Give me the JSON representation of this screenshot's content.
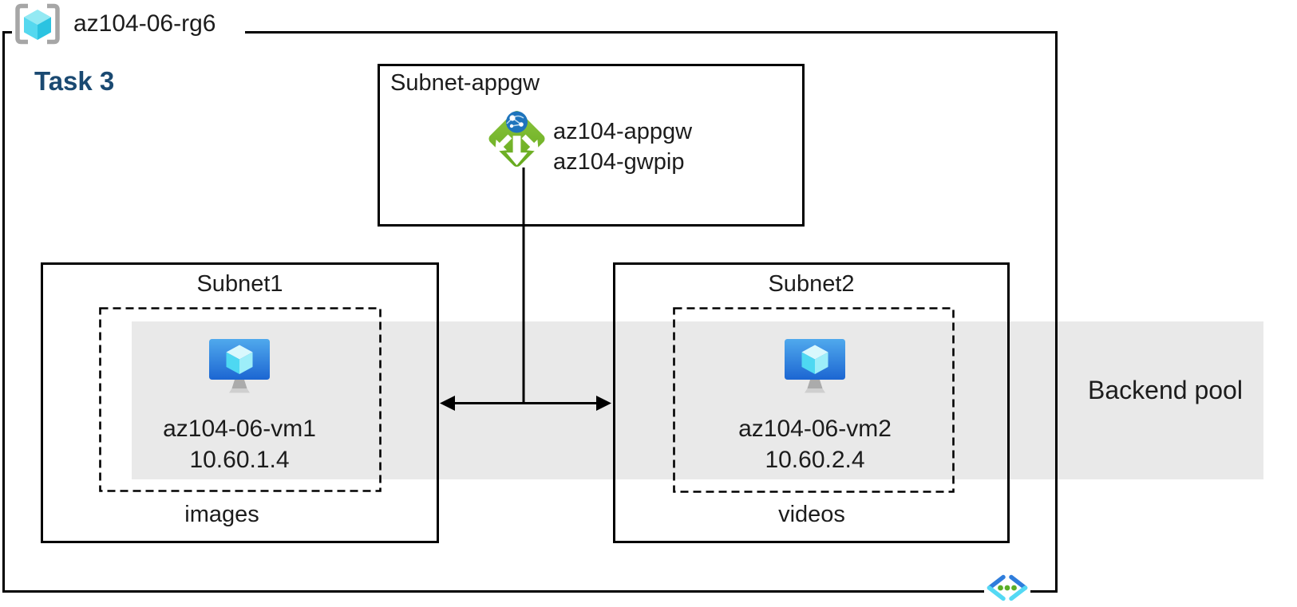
{
  "resource_group": {
    "name": "az104-06-rg6"
  },
  "task": {
    "label": "Task 3"
  },
  "appgw_subnet": {
    "title": "Subnet-appgw",
    "gateway_name": "az104-appgw",
    "public_ip_name": "az104-gwpip"
  },
  "subnet1": {
    "title": "Subnet1",
    "vm_name": "az104-06-vm1",
    "vm_ip": "10.60.1.4",
    "caption": "images"
  },
  "subnet2": {
    "title": "Subnet2",
    "vm_name": "az104-06-vm2",
    "vm_ip": "10.60.2.4",
    "caption": "videos"
  },
  "backend_pool": {
    "label": "Backend pool"
  },
  "icons": {
    "resource_group": "resource-group-icon",
    "application_gateway": "application-gateway-icon",
    "virtual_machine": "virtual-machine-icon",
    "virtual_network": "virtual-network-icon"
  },
  "colors": {
    "band": "#E9E9E9",
    "task": "#1A4971",
    "ink": "#1C1C1C",
    "line": "#000000",
    "appgw-green": "#76B82A",
    "vm-blue-top": "#50A9ED",
    "vm-blue-bottom": "#1C66D2",
    "cube-cyan": "#49D6F2"
  }
}
